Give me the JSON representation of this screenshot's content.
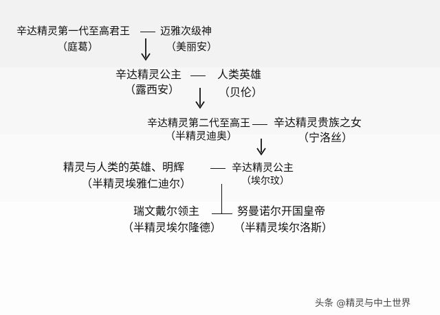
{
  "gen1": {
    "left_name": "辛达精灵第一代至高君王",
    "left_sub": "（庭葛）",
    "right_name": "迈雅次级神",
    "right_sub": "（美丽安）"
  },
  "gen2": {
    "left_name": "辛达精灵公主",
    "left_sub": "（露西安）",
    "right_name": "人类英雄",
    "right_sub": "（贝伦）"
  },
  "gen3": {
    "left_name": "辛达精灵第二代至高王",
    "left_sub": "（半精灵迪奥）",
    "right_name": "辛达精灵贵族之女",
    "right_sub": "（宁洛丝）"
  },
  "gen4": {
    "left_name": "精灵与人类的英雄、明辉",
    "left_sub": "（半精灵埃雅仁迪尔）",
    "right_name": "辛达精灵公主",
    "right_sub": "（埃尔玟）"
  },
  "gen5": {
    "left_name": "瑞文戴尔领主",
    "left_sub": "（半精灵埃尔隆德）",
    "right_name": "努曼诺尔开国皇帝",
    "right_sub": "（半精灵埃尔洛斯）"
  },
  "watermark": "头条 @精灵与中土世界"
}
